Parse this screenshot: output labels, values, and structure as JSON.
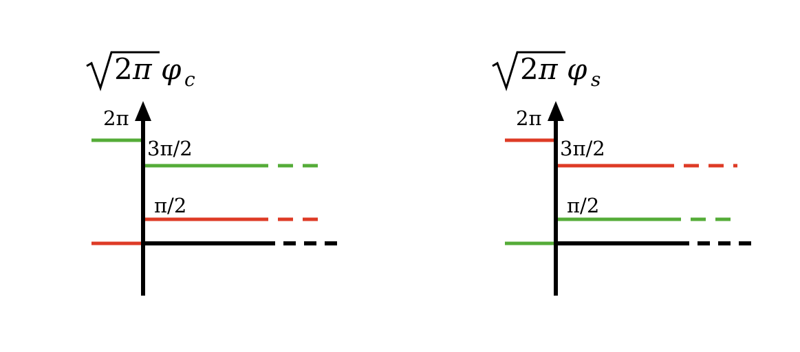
{
  "colors": {
    "green": "#55ac38",
    "red": "#de3b26",
    "axis": "#000000"
  },
  "panels": [
    {
      "title": {
        "sqrt_arg_num": "2",
        "sqrt_arg_sym": "π",
        "var": "φ",
        "subscript": "c"
      },
      "labels": {
        "top": "2π",
        "upper": "3π/2",
        "lower": "π/2"
      },
      "upper_line_color": "green",
      "lower_line_color": "red"
    },
    {
      "title": {
        "sqrt_arg_num": "2",
        "sqrt_arg_sym": "π",
        "var": "φ",
        "subscript": "s"
      },
      "labels": {
        "top": "2π",
        "upper": "3π/2",
        "lower": "π/2"
      },
      "upper_line_color": "red",
      "lower_line_color": "green"
    }
  ]
}
